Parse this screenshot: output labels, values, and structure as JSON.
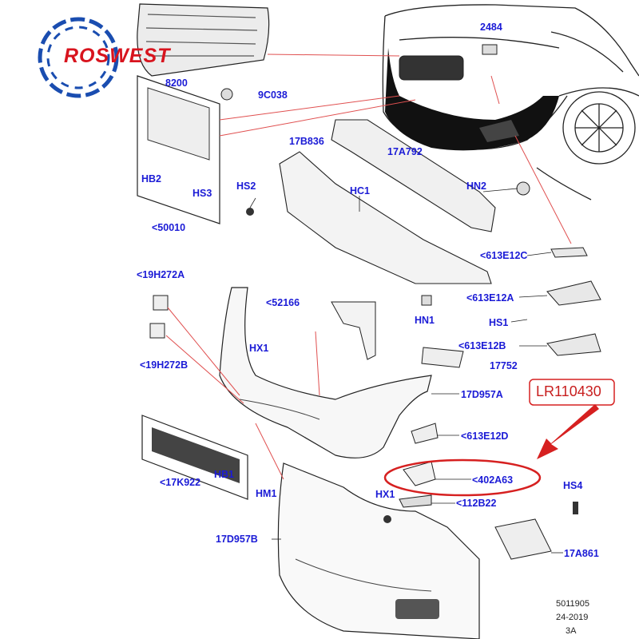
{
  "logo": {
    "brand": "ROSWEST"
  },
  "highlight": {
    "part_number": "LR110430"
  },
  "labels": {
    "l2484": "2484",
    "l8200": "8200",
    "l9c038": "9C038",
    "l17b836": "17B836",
    "l17a792": "17A792",
    "lhb2": "HB2",
    "lhs3": "HS3",
    "lhs2": "HS2",
    "lhc1": "HC1",
    "lhn2": "HN2",
    "l50010": "<50010",
    "l613e12c": "<613E12C",
    "l19h272a": "<19H272A",
    "l52166": "<52166",
    "l613e12a": "<613E12A",
    "lhn1": "HN1",
    "lhs1": "HS1",
    "lhx1a": "HX1",
    "l613e12b": "<613E12B",
    "l19h272b": "<19H272B",
    "l17752": "17752",
    "l17d957a": "17D957A",
    "l613e12d": "<613E12D",
    "l402a63": "<402A63",
    "l17k922": "<17K922",
    "lhb1": "HB1",
    "lhm1": "HM1",
    "lhx1b": "HX1",
    "l112b22": "<112B22",
    "lhs4": "HS4",
    "l17d957b": "17D957B",
    "l17a861": "17A861"
  },
  "footer": {
    "line1": "5011905",
    "line2": "24-2019",
    "line3": "3A"
  },
  "colors": {
    "label": "#1b1bd6",
    "leader": "#e05050",
    "highlight": "#d62020",
    "line": "#222222"
  }
}
